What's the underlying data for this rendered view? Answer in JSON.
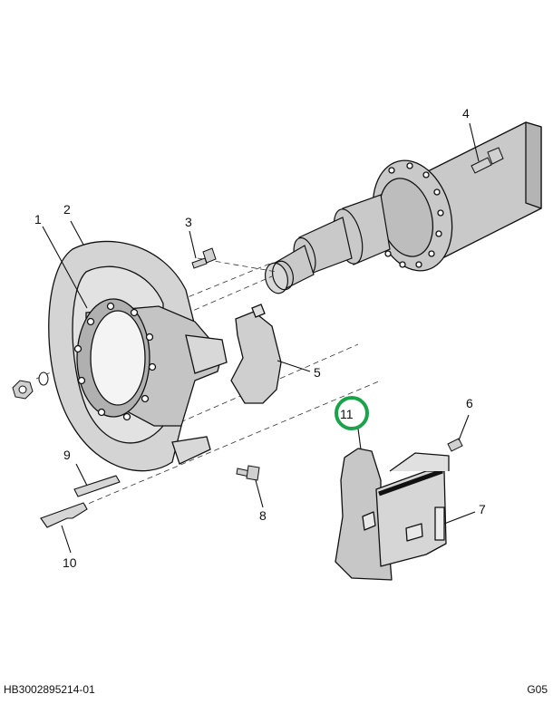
{
  "callouts": {
    "c1": "1",
    "c2": "2",
    "c3": "3",
    "c4": "4",
    "c5": "5",
    "c6": "6",
    "c7": "7",
    "c8": "8",
    "c9": "9",
    "c10": "10",
    "c11": "11"
  },
  "highlight": {
    "callout": "11",
    "color": "#1aa34a"
  },
  "footer": {
    "part_number": "HB3002895214-01",
    "code": "G05"
  }
}
